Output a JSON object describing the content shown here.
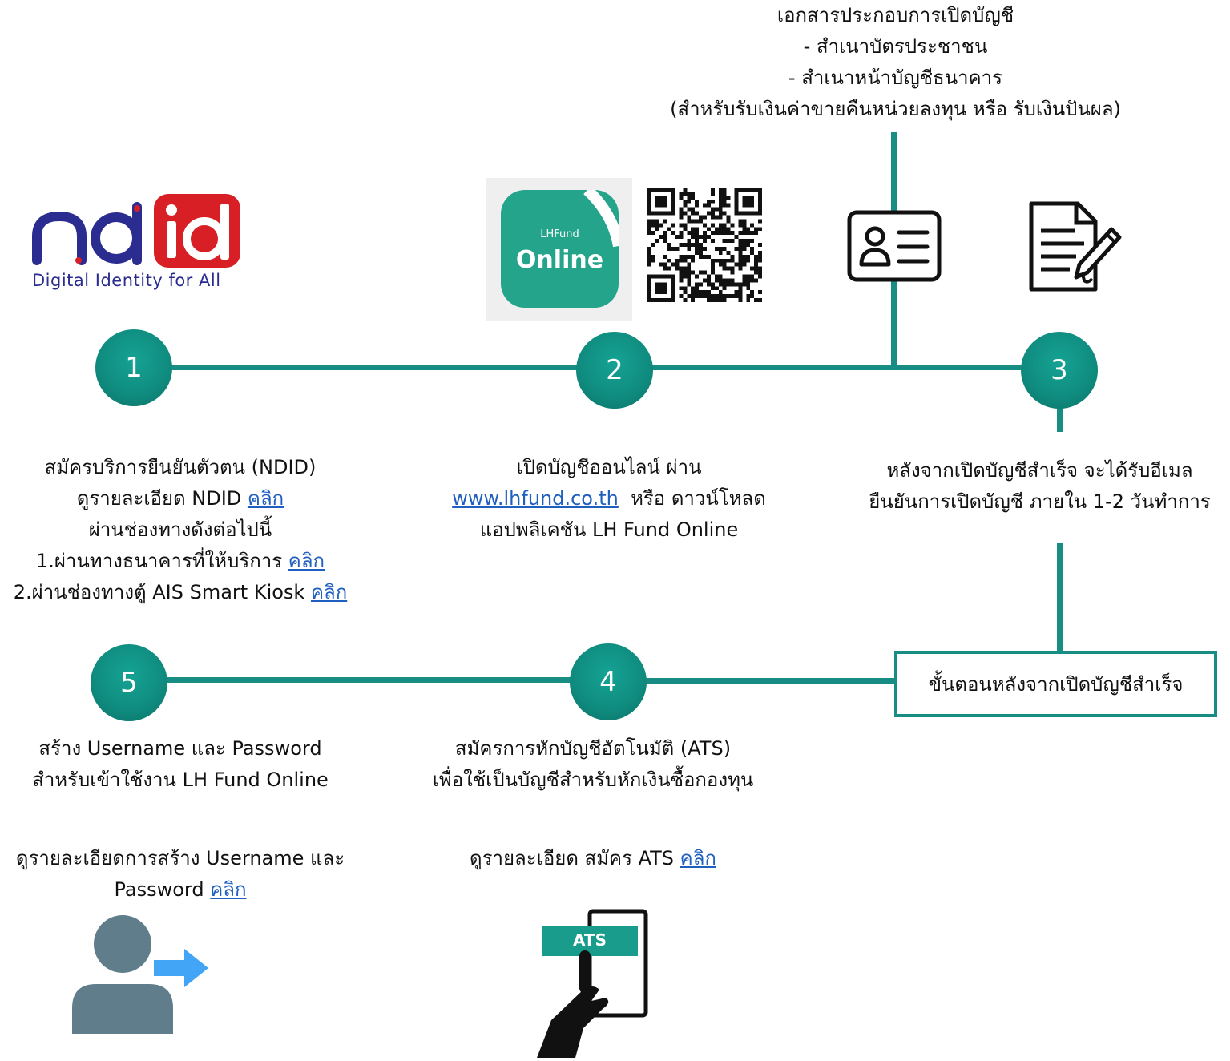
{
  "documents": {
    "title": "เอกสารประกอบการเปิดบัญชี",
    "item1": "- สำเนาบัตรประชาชน",
    "item2": "- สำเนาหน้าบัญชีธนาคาร",
    "note": "(สำหรับรับเงินค่าขายคืนหน่วยลงทุน หรือ รับเงินปันผล)"
  },
  "ndid_logo": {
    "letters_left": "nd",
    "letters_right": "id",
    "tagline": "Digital Identity for All"
  },
  "app_icon": {
    "brand": "LHFund",
    "name": "Online"
  },
  "steps": [
    {
      "number": "1",
      "line1": "สมัครบริการยืนยันตัวตน (NDID)",
      "line2": "ดูรายละเอียด NDID ",
      "line3": "ผ่านช่องทางดังต่อไปนี้",
      "line4": "1.ผ่านทางธนาคารที่ให้บริการ ",
      "line5": "2.ผ่านช่องทางตู้ AIS Smart Kiosk "
    },
    {
      "number": "2",
      "line1": "เปิดบัญชีออนไลน์ ผ่าน",
      "link": "www.lhfund.co.th",
      "line2_rest": "  หรือ ดาวน์โหลด",
      "line3": "แอปพลิเคชัน LH Fund Online"
    },
    {
      "number": "3",
      "line1": "หลังจากเปิดบัญชีสำเร็จ จะได้รับอีเมล",
      "line2": "ยืนยันการเปิดบัญชี ภายใน 1-2 วันทำการ"
    },
    {
      "number": "4",
      "line1": "สมัครการหักบัญชีอัตโนมัติ (ATS)",
      "line2": "เพื่อใช้เป็นบัญชีสำหรับหักเงินซื้อกองทุน",
      "detail": "ดูรายละเอียด สมัคร ATS "
    },
    {
      "number": "5",
      "line1": "สร้าง Username และ Password",
      "line2": "สำหรับเข้าใช้งาน LH Fund Online",
      "detail1": "ดูรายละเอียดการสร้าง Username และ",
      "detail2": "Password "
    }
  ],
  "link_label": "คลิก",
  "after_box_label": "ขั้นตอนหลังจากเปิดบัญชีสำเร็จ",
  "ats_badge": "ATS",
  "colors": {
    "teal": "#178d84",
    "app_green": "#24a48a",
    "ndid_blue": "#2a2c8f",
    "ndid_red": "#d81f26",
    "link": "#1f5fbf",
    "user_gray": "#607d8b",
    "arrow_blue": "#42a5f5"
  },
  "icons": [
    "ndid-logo",
    "lhfund-app-icon",
    "qr-code-icon",
    "id-card-icon",
    "document-sign-icon",
    "ats-phone-hand-icon",
    "user-login-icon"
  ]
}
